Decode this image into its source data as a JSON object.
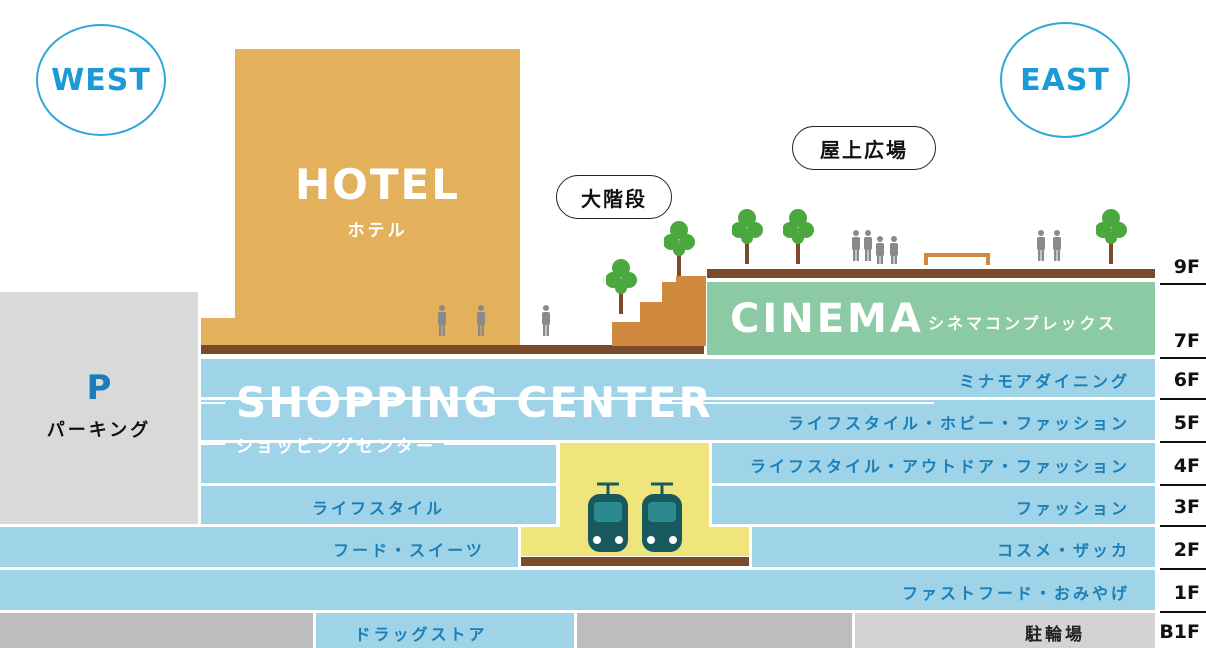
{
  "compass": {
    "west": "WEST",
    "east": "EAST"
  },
  "bubbles": {
    "rooftop_plaza": "屋上広場",
    "grand_staircase": "大階段"
  },
  "hotel": {
    "title": "HOTEL",
    "subtitle": "ホテル"
  },
  "parking": {
    "symbol": "P",
    "label": "パーキング"
  },
  "cinema": {
    "title": "CINEMA",
    "subtitle": "シネマコンプレックス"
  },
  "shopping_center": {
    "title": "SHOPPING CENTER",
    "subtitle": "ショッピングセンター"
  },
  "floors": {
    "f9": "9F",
    "f7": "7F",
    "f6": "6F",
    "f5": "5F",
    "f4": "4F",
    "f3": "3F",
    "f2": "2F",
    "f1": "1F",
    "b1": "B1F"
  },
  "zones": {
    "f6_east": "ミナモアダイニング",
    "f5_east": "ライフスタイル・ホビー・ファッション",
    "f4_east": "ライフスタイル・アウトドア・ファッション",
    "f3_west": "ライフスタイル",
    "f3_east": "ファッション",
    "f2_west": "フード・スイーツ",
    "f2_east": "コスメ・ザッカ",
    "f1": "ファストフード・おみやげ",
    "b1_drugstore": "ドラッグストア",
    "b1_bike_parking": "駐輪場"
  },
  "colors": {
    "shopping": "#9fd3e8",
    "hotel": "#e3b15c",
    "cinema": "#8ccaa5",
    "parking": "#d9d9d9",
    "roof": "#7a4a2b",
    "staircase": "#d08a40",
    "station": "#efe57c",
    "tram": "#17595c",
    "accent": "#1a9ad6"
  }
}
